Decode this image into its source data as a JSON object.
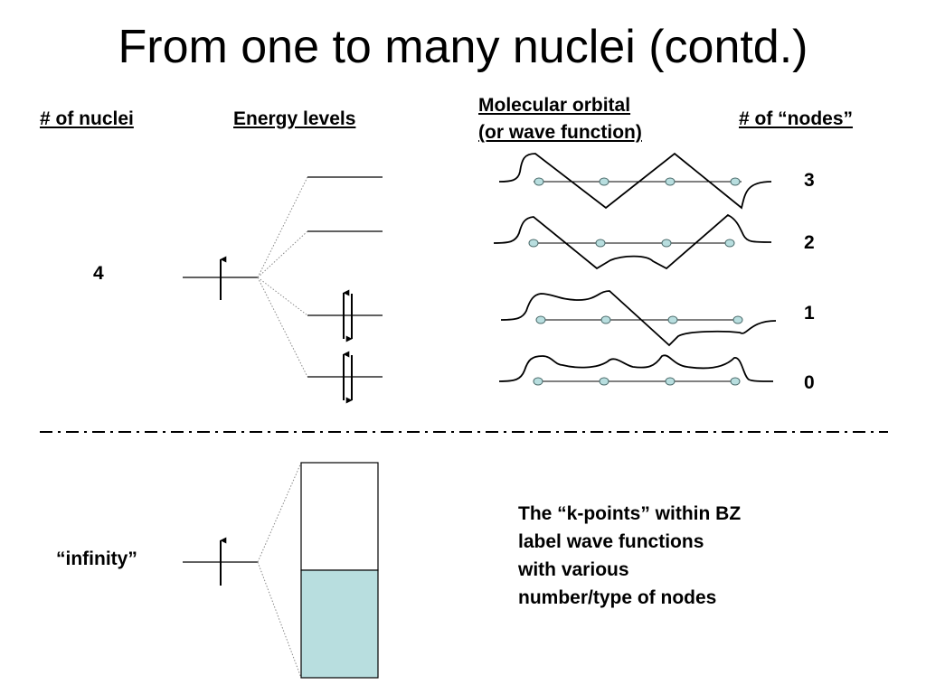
{
  "title": "From one to many nuclei (contd.)",
  "headers": {
    "nuclei": "# of nuclei",
    "energy": "Energy levels",
    "orbital_line1": "Molecular orbital",
    "orbital_line2": "(or wave function)",
    "nodes": "# of “nodes”"
  },
  "nuclei_counts": [
    "4",
    "“infinity”"
  ],
  "node_counts": [
    "3",
    "2",
    "1",
    "0"
  ],
  "caption": [
    "The “k-points” within BZ",
    "label wave functions",
    "with various",
    "number/type of nodes"
  ],
  "colors": {
    "nucleus_fill": "#b8dedf",
    "band_filled": "#b8dedf",
    "lines": "#000000"
  }
}
